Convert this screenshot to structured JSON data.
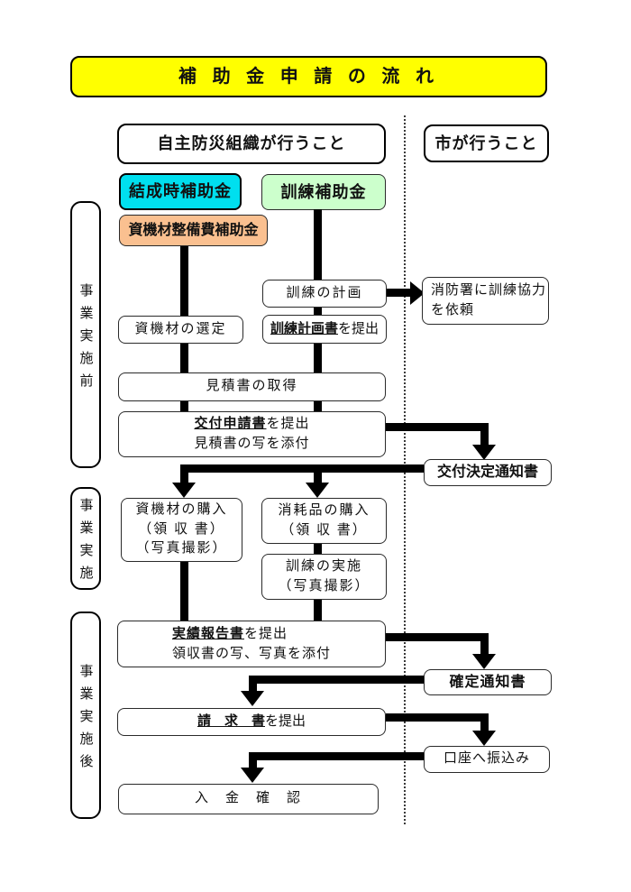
{
  "title": "補 助 金 申 請 の 流 れ",
  "columns": {
    "org": "自主防災組織が行うこと",
    "city": "市が行うこと"
  },
  "phases": [
    {
      "label": "事業実施前"
    },
    {
      "label": "事業実施"
    },
    {
      "label": "事業実施後"
    }
  ],
  "subsidies": {
    "formation": {
      "label": "結成時補助金",
      "color": "#00DFEF"
    },
    "training": {
      "label": "訓練補助金",
      "color": "#CCFFCC"
    },
    "equipment": {
      "label": "資機材整備費補助金",
      "color": "#FAC090"
    }
  },
  "colors": {
    "banner": "#FFFF00",
    "line": "#000000"
  },
  "boxes": {
    "training_plan": "訓練の計画",
    "fire_dept": [
      "消防署に訓練協力",
      "を依頼"
    ],
    "equipment_select": "資機材の選定",
    "training_plan_doc": "訓練計画書",
    "training_plan_doc_rest": "を提出",
    "quote_obtain": "見積書の取得",
    "grant_apply_doc": "交付申請書",
    "grant_apply_rest": "を提出",
    "grant_apply_line2": "見積書の写を添付",
    "grant_decision": "交付決定通知書",
    "equipment_purchase": [
      "資機材の購入",
      "（領 収 書）",
      "（写真撮影）"
    ],
    "consumables_purchase": [
      "消耗品の購入",
      "（領 収 書）"
    ],
    "training_conduct": [
      "訓練の実施",
      "（写真撮影）"
    ],
    "report_doc": "実績報告書",
    "report_rest": "を提出",
    "report_line2": "領収書の写、写真を添付",
    "confirm_notice": "確定通知書",
    "invoice_doc": "請　求　書",
    "invoice_rest": "を提出",
    "bank_transfer": "口座へ振込み",
    "payment_confirm": "入　金　確　認"
  }
}
